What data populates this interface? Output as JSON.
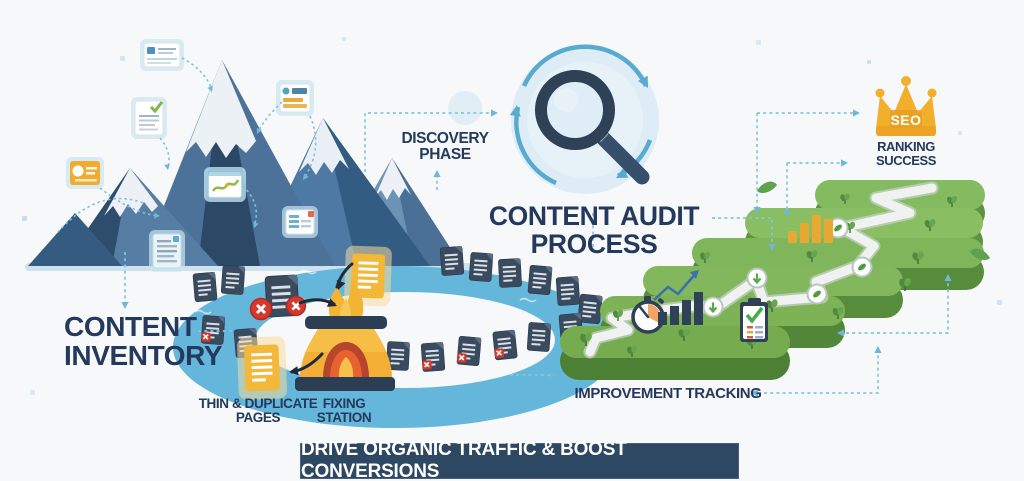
{
  "title": "Content Audit Process infographic",
  "labels": {
    "discovery_phase": "DISCOVERY PHASE",
    "content_audit_process": "CONTENT AUDIT PROCESS",
    "content_inventory": "CONTENT INVENTORY",
    "thin_duplicate_pages": "THIN & DUPLICATE PAGES",
    "fixing_station": "FIXING STATION",
    "improvement_tracking": "IMPROVEMENT TRACKING",
    "seo_crown": "SEO",
    "ranking_success": "RANKING SUCCESS",
    "banner": "DRIVE ORGANIC TRAFFIC & BOOST CONVERSIONS"
  },
  "icons": {
    "audit_cycle": "magnifying-glass-with-cycle-arrows",
    "crown": "gold-crown",
    "furnace": "fixing-station-kiln-with-fire",
    "stopwatch": "stopwatch",
    "growth_chart": "bar-chart-with-rising-arrow",
    "checklist": "clipboard-with-green-check",
    "gold_bars": "gold-bar-chart",
    "documents": "page-documents-on-conveyor-river",
    "flagged_documents": "documents-with-red-x-badges",
    "fixed_documents": "yellow-repaired-documents",
    "path_markers": "leaf-and-arrow-circle-markers"
  },
  "colors": {
    "background": "#F7F8F9",
    "navy_text": "#24395B",
    "banner_bg": "#2E4864",
    "banner_text": "#FFFFFF",
    "river_teal": "#5CB3D8",
    "hill_top_green": "#85BB60",
    "hill_side_green": "#578C3C",
    "mountain_blue": "#4C7299",
    "mountain_dark": "#2B4966",
    "snow_white": "#ECF1F6",
    "gold": "#F2B233",
    "flame_orange": "#EE9F2C",
    "error_red": "#D6382C",
    "dashed_accent": "#7EC3DD"
  }
}
